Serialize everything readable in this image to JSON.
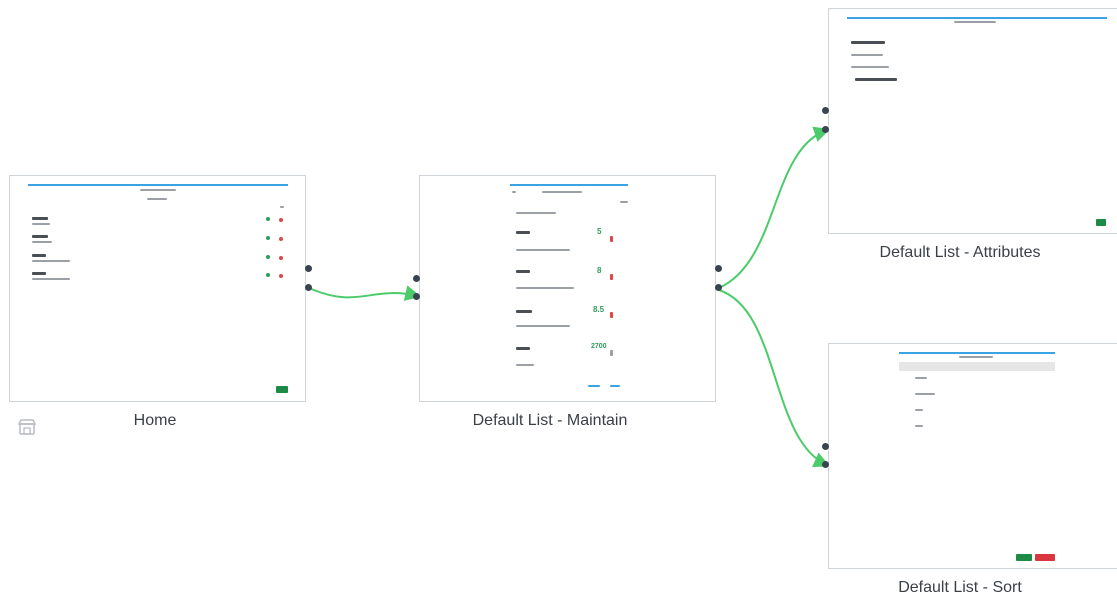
{
  "screens": [
    {
      "id": "home",
      "label": "Home"
    },
    {
      "id": "maintain",
      "label": "Default List - Maintain",
      "values": [
        "5",
        "8",
        "8.5",
        "2700"
      ]
    },
    {
      "id": "attributes",
      "label": "Default List - Attributes"
    },
    {
      "id": "sort",
      "label": "Default List - Sort"
    }
  ],
  "colors": {
    "edge": "#4ccb6a",
    "header": "#3aa3e3",
    "port": "#3a4450",
    "save": "#1d8a45",
    "delete": "#d9363e"
  },
  "icons": {
    "store": "store-icon"
  }
}
